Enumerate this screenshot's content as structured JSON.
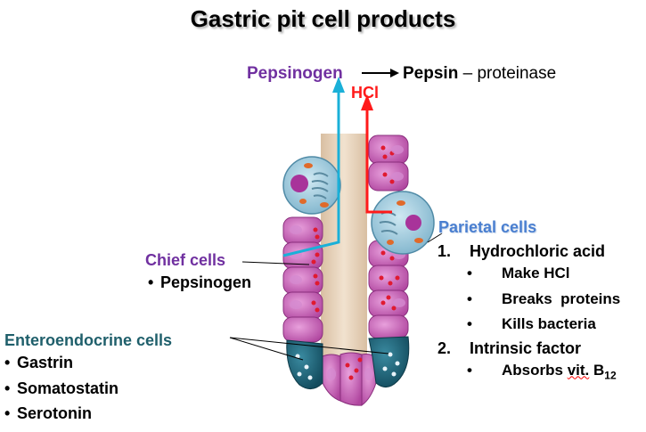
{
  "title": "Gastric pit cell products",
  "top": {
    "pepsinogen": "Pepsinogen",
    "pepsin": "Pepsin",
    "dash": "–",
    "proteinase": "proteinase",
    "hcl": "HCl"
  },
  "chief": {
    "title": "Chief cells",
    "items": [
      "Pepsinogen"
    ]
  },
  "entero": {
    "title": "Enteroendocrine cells",
    "items": [
      "Gastrin",
      "Somatostatin",
      "Serotonin"
    ]
  },
  "parietal": {
    "title": "Parietal cells",
    "item1": {
      "number": "1.",
      "label": "Hydrochloric acid",
      "subs": [
        "Make HCl",
        "Breaks  proteins",
        "Kills bacteria"
      ]
    },
    "item2": {
      "number": "2.",
      "label": "Intrinsic factor",
      "sub_prefix": "Absorbs",
      "sub_vit": "vit.",
      "sub_b": "B",
      "sub_subscript": "12"
    }
  },
  "colors": {
    "purple_label": "#7030a0",
    "teal_label": "#1f5f6b",
    "parietal_label": "#4a7fd0",
    "hcl_arrow": "#ff1a1a",
    "pepsinogen_arrow": "#1ab0d8",
    "cell_magenta": "#c552b4",
    "cell_dark_teal": "#1f6a80",
    "lumen": "#e6d2b8"
  }
}
